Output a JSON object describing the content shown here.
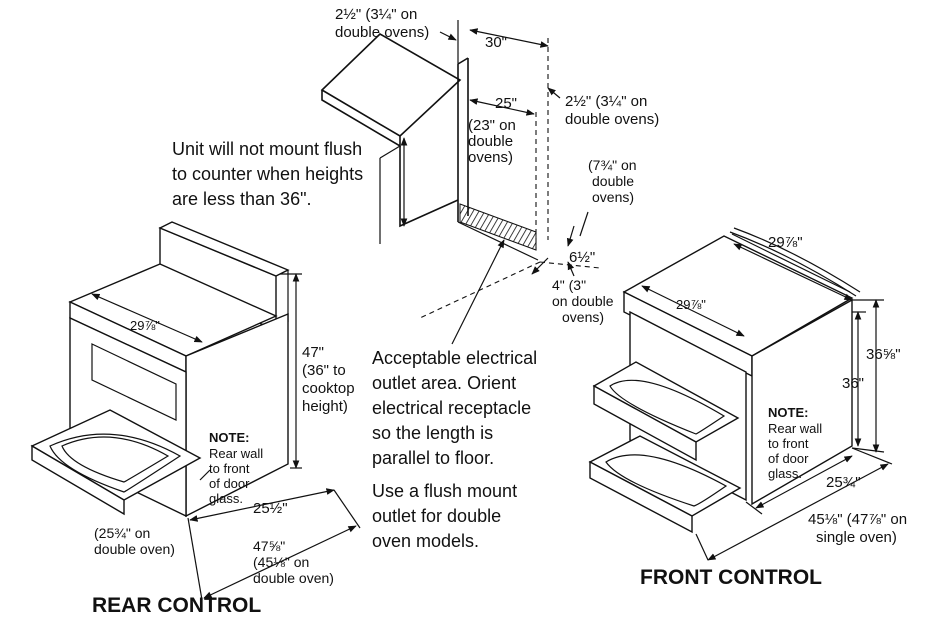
{
  "top": {
    "side_gap": [
      "2½\" (3¼\" on",
      "double ovens)"
    ],
    "width": "30\"",
    "depth": "25\"",
    "depth_alt": [
      "(23\" on",
      "double",
      "ovens)"
    ],
    "right_gap": [
      "2½\" (3¼\" on",
      "double ovens)"
    ],
    "outlet_height_alt": [
      "(7¾\" on",
      "double",
      "ovens)"
    ],
    "outlet_height": "6½\"",
    "outlet_width": [
      "4\" (3\"",
      "on double",
      "ovens)"
    ],
    "flush_note": [
      "Unit will not mount flush",
      "to counter when heights",
      "are less than 36\"."
    ],
    "outlet_note": [
      "Acceptable electrical",
      "outlet area. Orient",
      "electrical receptacle",
      "so the length is",
      "parallel to floor.",
      "Use a flush mount",
      "outlet for double",
      "oven models."
    ]
  },
  "rear": {
    "heading": "REAR CONTROL",
    "cooktop_width": "29⅞\"",
    "height": [
      "47\"",
      "(36\" to",
      "cooktop",
      "height)"
    ],
    "note_title": "NOTE:",
    "note_body": [
      "Rear wall",
      "to front",
      "of door",
      "glass."
    ],
    "depth": "25½\"",
    "depth_alt": [
      "(25¾\" on",
      "double oven)"
    ],
    "open_depth": [
      "47⅝\"",
      "(45⅛\" on",
      "double oven)"
    ]
  },
  "front": {
    "heading": "FRONT CONTROL",
    "top_width": "29⅞\"",
    "cooktop_width": "29⅞\"",
    "height": "36\"",
    "total_height": "36⅝\"",
    "note_title": "NOTE:",
    "note_body": [
      "Rear wall",
      "to front",
      "of door",
      "glass."
    ],
    "depth": "25¾\"",
    "open_depth": [
      "45⅛\" (47⅞\" on",
      "single oven)"
    ]
  }
}
